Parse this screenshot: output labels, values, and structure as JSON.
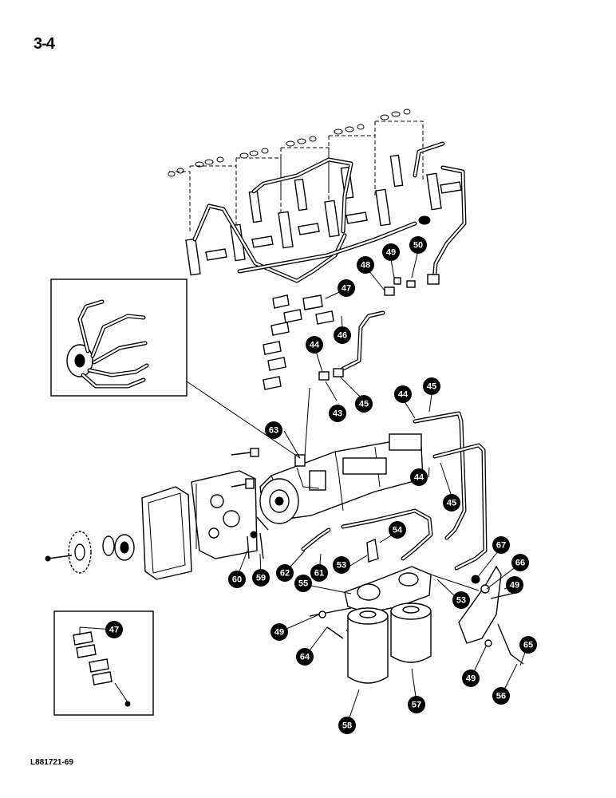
{
  "page": {
    "label": "3-4",
    "footer_code": "L881721-69"
  },
  "callouts": [
    "43",
    "44",
    "44",
    "44",
    "45",
    "45",
    "45",
    "46",
    "47",
    "47",
    "48",
    "49",
    "49",
    "49",
    "49",
    "50",
    "53",
    "53",
    "54",
    "55",
    "56",
    "57",
    "58",
    "59",
    "60",
    "61",
    "62",
    "63",
    "64",
    "65",
    "66",
    "67"
  ]
}
